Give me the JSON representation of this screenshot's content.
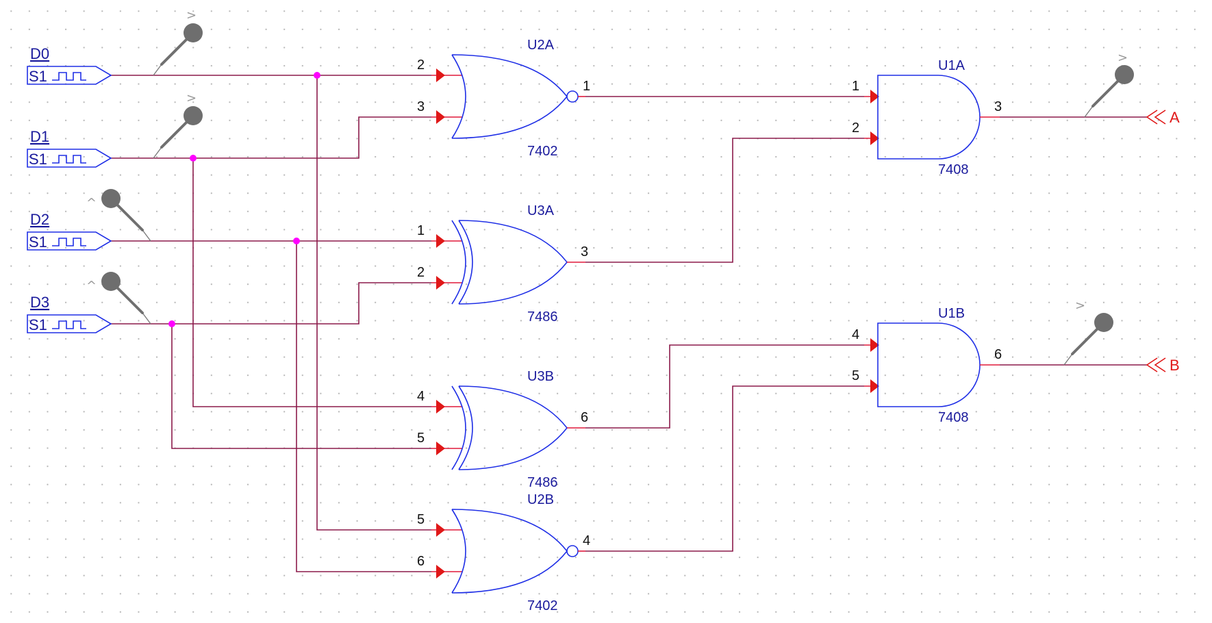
{
  "stimuli": [
    {
      "name": "D0",
      "source": "S1"
    },
    {
      "name": "D1",
      "source": "S1"
    },
    {
      "name": "D2",
      "source": "S1"
    },
    {
      "name": "D3",
      "source": "S1"
    }
  ],
  "gates": {
    "u2a": {
      "ref": "U2A",
      "part": "7402",
      "pins": [
        "2",
        "3",
        "1"
      ]
    },
    "u3a": {
      "ref": "U3A",
      "part": "7486",
      "pins": [
        "1",
        "2",
        "3"
      ]
    },
    "u3b": {
      "ref": "U3B",
      "part": "7486",
      "pins": [
        "4",
        "5",
        "6"
      ]
    },
    "u2b": {
      "ref": "U2B",
      "part": "7402",
      "pins": [
        "5",
        "6",
        "4"
      ]
    },
    "u1a": {
      "ref": "U1A",
      "part": "7408",
      "pins": [
        "1",
        "2",
        "3"
      ]
    },
    "u1b": {
      "ref": "U1B",
      "part": "7408",
      "pins": [
        "4",
        "5",
        "6"
      ]
    }
  },
  "outputs": {
    "a": "A",
    "b": "B"
  },
  "probe_marks": {
    "right": ">",
    "up": "^"
  },
  "colors": {
    "wire": "#8b1a4a",
    "gate": "#1f2fe6",
    "junction": "#ff00ff",
    "pin_arrow": "#e01818",
    "output": "#e01818",
    "probe": "#6e6e6e"
  }
}
